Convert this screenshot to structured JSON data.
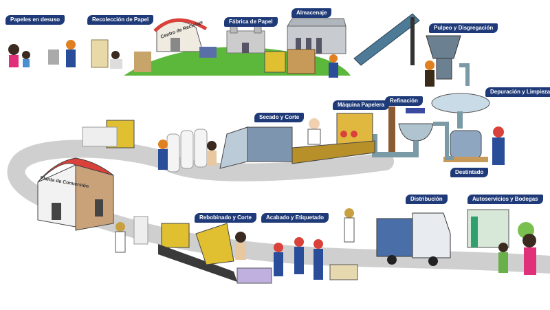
{
  "title": "Proceso de reciclaje de papel",
  "steps": {
    "papeles_desuso": "Papeles en desuso",
    "recoleccion": "Recolección de Papel",
    "centro_reciclaje": "Centro de Reciclaje",
    "fabrica": "Fábrica de Papel",
    "almacenaje": "Almacenaje",
    "pulpeo": "Pulpeo y Disgregación",
    "depuracion": "Depuración y Limpieza",
    "refinacion": "Refinación",
    "maquina": "Máquina Papelera",
    "secado": "Secado y Corte",
    "destintado": "Destintado",
    "planta": "Planta de Conversión",
    "rebobinado": "Rebobinado y Corte",
    "acabado": "Acabado y Etiquetado",
    "distribucion": "Distribución",
    "autoservicios": "Autoservicios y Bodegas"
  },
  "colors": {
    "label_bg": "#1f3a78",
    "road": "#c9c9c9",
    "grass": "#5cb83a",
    "roof": "#d9413a"
  }
}
